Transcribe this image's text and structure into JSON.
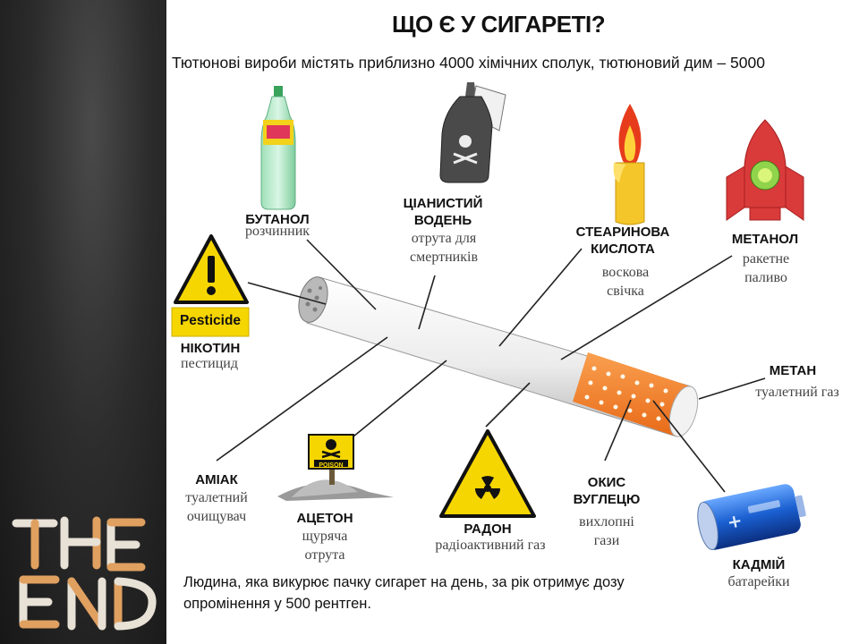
{
  "title": "ЩО Є У СИГАРЕТІ?",
  "subtitle": "Тютюнові вироби містять приблизно 4000 хімічних сполук, тютюновий дим – 5000",
  "items": [
    {
      "name": "БУТАНОЛ",
      "desc": "розчинник"
    },
    {
      "name": "ЦІАНИСТИЙ ВОДЕНЬ",
      "desc": "отрута для смертників"
    },
    {
      "name": "СТЕАРИНОВА КИСЛОТА",
      "desc": "воскова свічка"
    },
    {
      "name": "МЕТАНОЛ",
      "desc": "ракетне паливо"
    },
    {
      "name": "НІКОТИН",
      "desc": "пестицид"
    },
    {
      "name": "МЕТАН",
      "desc": "туалетний газ"
    },
    {
      "name": "АМІАК",
      "desc": "туалетний очищувач"
    },
    {
      "name": "АЦЕТОН",
      "desc": "щуряча отрута"
    },
    {
      "name": "РАДОН",
      "desc": "радіоактивний газ"
    },
    {
      "name": "ОКИС ВУГЛЕЦЮ",
      "desc": "вихлопні гази"
    },
    {
      "name": "КАДМІЙ",
      "desc": "батарейки"
    }
  ],
  "badges": {
    "pesticide": "Pesticide",
    "poison": "POISON"
  },
  "footer": "Людина, яка викурює пачку сигарет на день, за рік отримує дозу опромінення у 500 рентген.",
  "decor": {
    "the_end": "THE END"
  },
  "colors": {
    "panel": "#222222",
    "filter": "#f07a28",
    "hazard": "#f6d600",
    "battery": "#1a5fd0",
    "flame": "#e63c1c",
    "rocket": "#d93a3a"
  }
}
